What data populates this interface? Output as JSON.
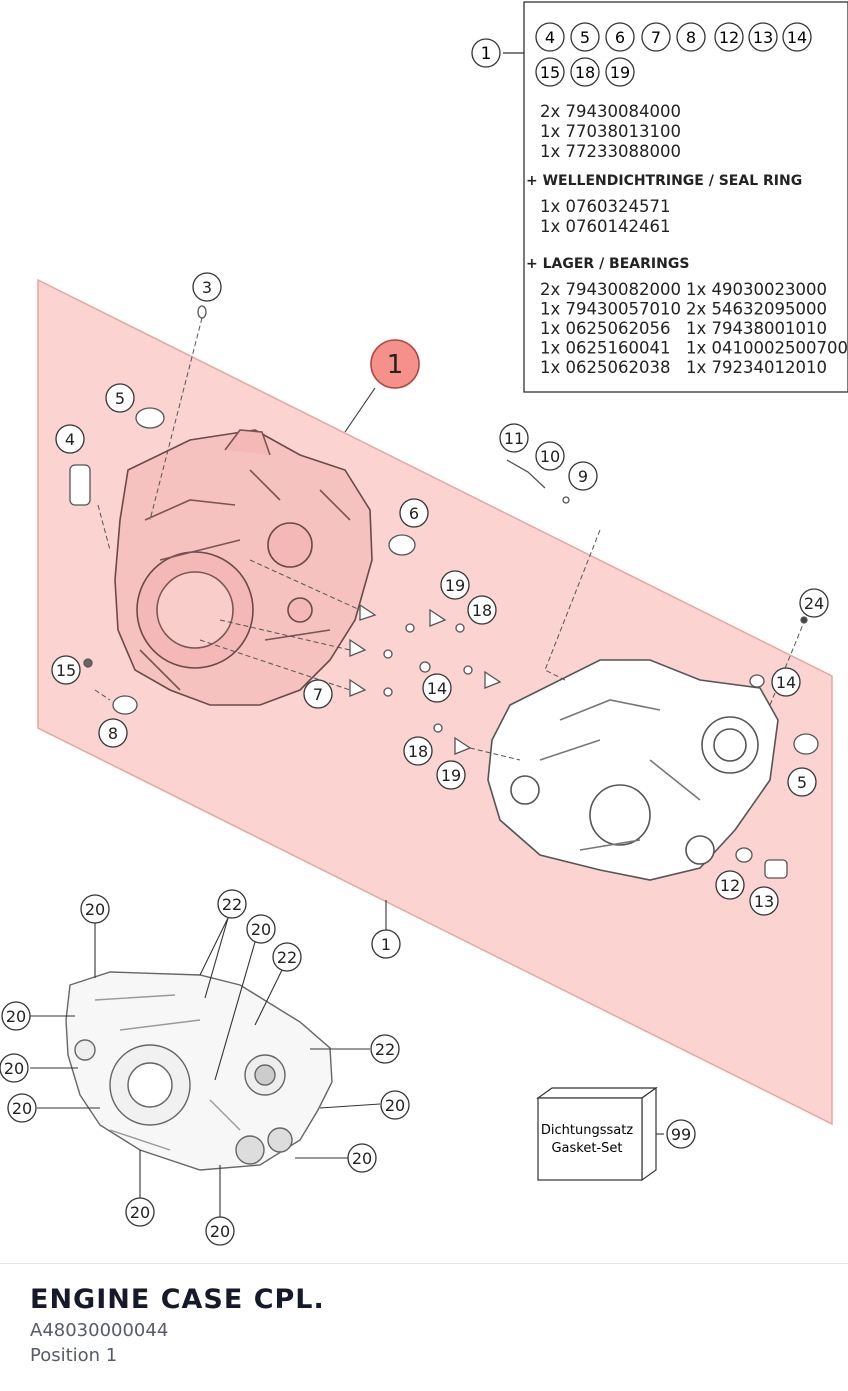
{
  "legend": {
    "ref": "1",
    "items": [
      "4",
      "5",
      "6",
      "7",
      "8",
      "12",
      "13",
      "14",
      "15",
      "18",
      "19"
    ],
    "base_parts": [
      "2x 79430084000",
      "1x 77038013100",
      "1x 77233088000"
    ],
    "seal_heading": "+ WELLENDICHTRINGE /  SEAL RING",
    "seal_parts": [
      "1x 0760324571",
      "1x 0760142461"
    ],
    "bearing_heading": "+ LAGER / BEARINGS",
    "bearing_left": [
      "2x 79430082000",
      "1x 79430057010",
      "1x 0625062056",
      "1x 0625160041",
      "1x 0625062038"
    ],
    "bearing_right": [
      "1x 49030023000",
      "2x 54632095000",
      "1x 79438001010",
      "1x 0410002500700",
      "1x 79234012010"
    ]
  },
  "highlight_label": "1",
  "callouts": {
    "c3": "3",
    "c5a": "5",
    "c4": "4",
    "c6": "6",
    "c11": "11",
    "c10": "10",
    "c9": "9",
    "c19a": "19",
    "c18a": "18",
    "c24": "24",
    "c15": "15",
    "c7": "7",
    "c14a": "14",
    "c14b": "14",
    "c8": "8",
    "c18b": "18",
    "c19b": "19",
    "c5b": "5",
    "c12": "12",
    "c13": "13",
    "c1b": "1",
    "d20a": "20",
    "d22a": "22",
    "d20b": "20",
    "d22b": "22",
    "d20c": "20",
    "d22c": "22",
    "d20d": "20",
    "d20e": "20",
    "d20f": "20",
    "d20g": "20",
    "d20h": "20",
    "d20i": "20",
    "c99": "99"
  },
  "gasket": {
    "line1": "Dichtungssatz",
    "line2": "Gasket-Set"
  },
  "footer": {
    "title": "ENGINE CASE CPL.",
    "part_number": "A48030000044",
    "position": "Position 1"
  },
  "colors": {
    "highlight_fill": "#fbd3d1",
    "highlight_stroke": "#e07a75",
    "accent": "#f08b84",
    "line": "#333333"
  }
}
